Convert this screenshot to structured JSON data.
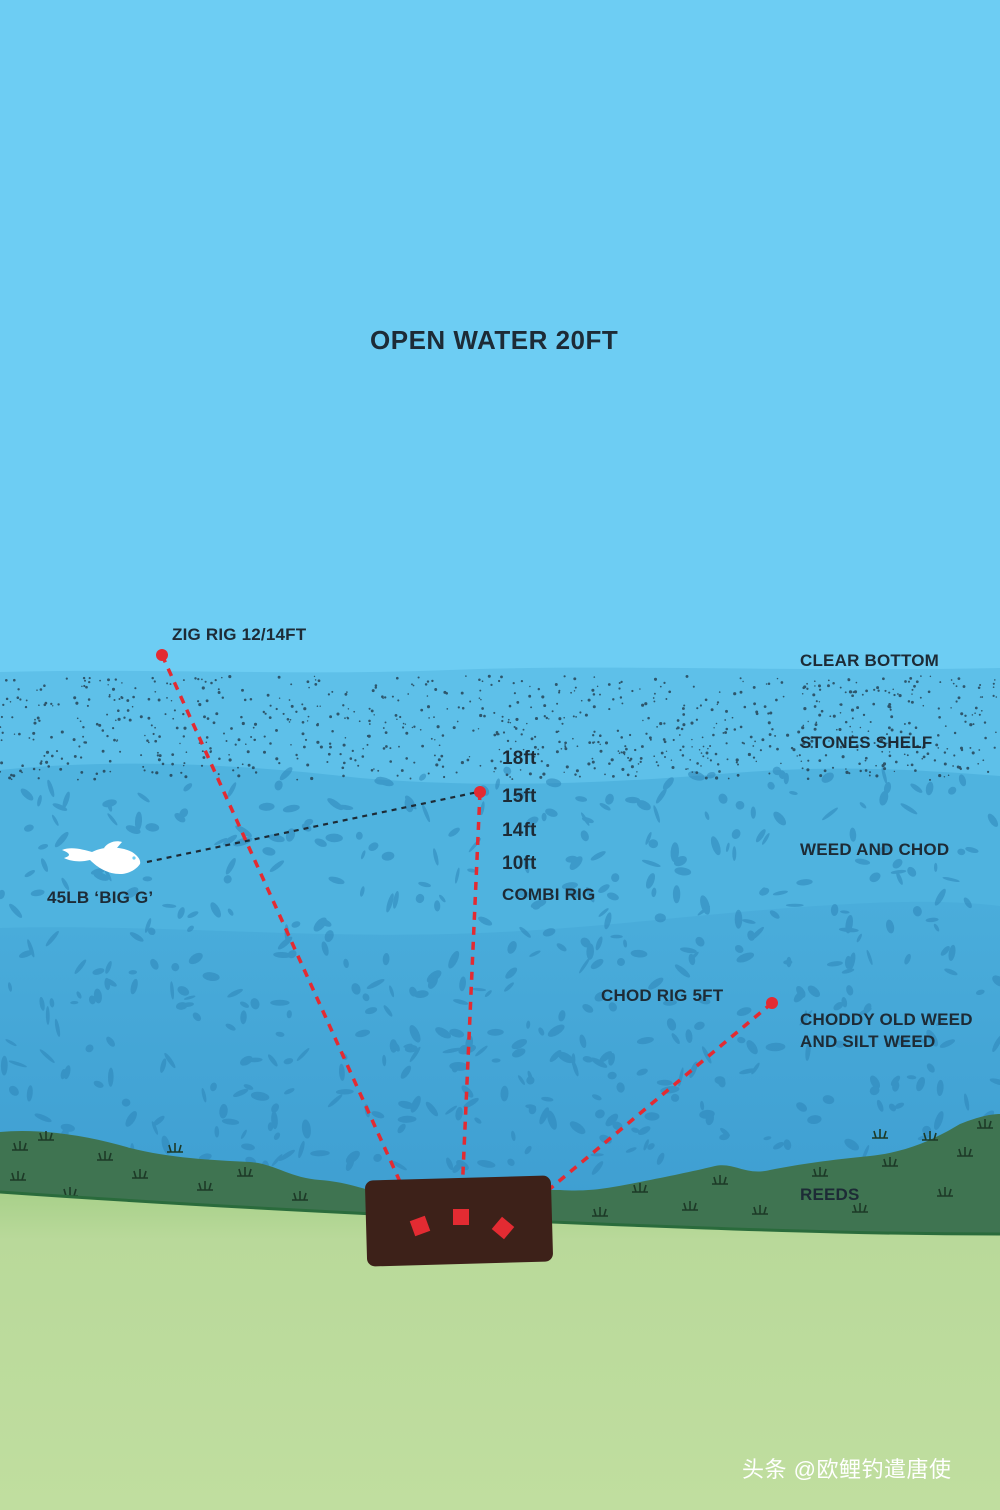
{
  "title": "OPEN WATER 20FT",
  "labels": {
    "zig_rig": "ZIG RIG 12/14FT",
    "clear_bottom": "CLEAR BOTTOM",
    "stones_shelf": "STONES SHELF",
    "weed_and_chod": "WEED AND CHOD",
    "fish": "45LB ‘BIG G’",
    "combi_rig": "COMBI RIG",
    "chod_rig": "CHOD RIG 5FT",
    "choddy_old_weed": "CHODDY OLD WEED AND SILT WEED",
    "reeds": "REEDS"
  },
  "depths": [
    "18ft",
    "15ft",
    "14ft",
    "10ft"
  ],
  "watermark": "头条 @欧鲤钓遣唐使",
  "colors": {
    "sky_water": "#6dcdf3",
    "stones_layer": "#5ec0e9",
    "weed_layer": "#4fb3df",
    "silt_layer": "#3d9ed3",
    "reed_bank": "#3f7451",
    "ground": "#bcdc9b",
    "swim_platform": "#3d2119",
    "rig_marker": "#e32b32",
    "text": "#1d2b36"
  }
}
